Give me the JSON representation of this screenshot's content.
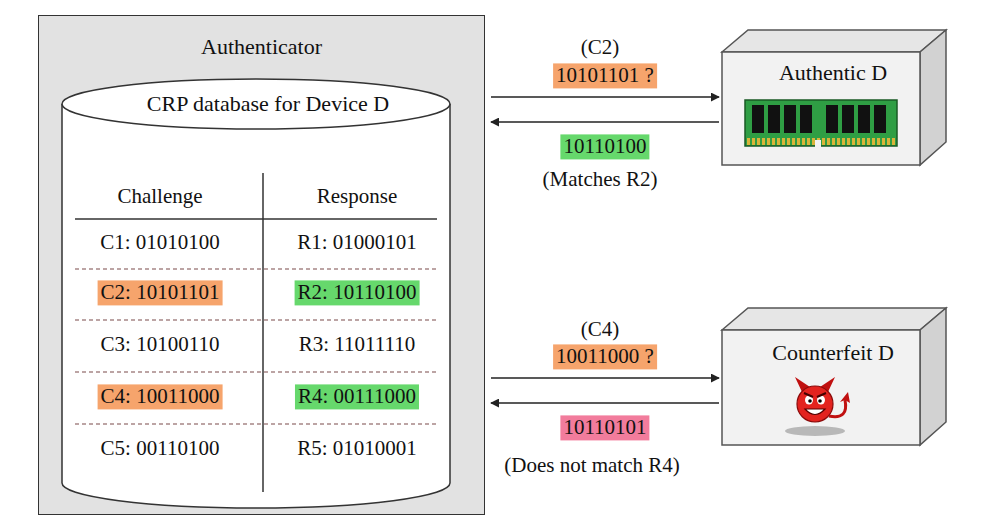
{
  "diagram": {
    "nodes": [
      {
        "text": [
          "Authenticator"
        ]
      },
      {
        "text": [
          "CRP database for Device D"
        ],
        "in": 0
      },
      {
        "text": [
          "Authentic D"
        ]
      },
      {
        "text": [
          "Counterfeit D"
        ]
      }
    ],
    "edges": [
      {
        "from": 0,
        "to": 2,
        "arrow": "to",
        "label": "10101101 ?"
      },
      {
        "from": 2,
        "to": 0,
        "arrow": "to",
        "label": "10110100"
      },
      {
        "from": 0,
        "to": 3,
        "arrow": "to",
        "label": "10011000 ?"
      },
      {
        "from": 3,
        "to": 0,
        "arrow": "to",
        "label": "10110101"
      }
    ],
    "labels": [
      "Challenge",
      "Response",
      "C1: 01010100",
      "R1: 01000101",
      "C2: 10101101",
      "R2: 10110100",
      "C3: 10100110",
      "R3: 11011110",
      "C4: 10011000",
      "R4: 00111000",
      "C5: 00110100",
      "R5: 01010001",
      "(C2)",
      "(Matches R2)",
      "(C4)",
      "(Does not match R4)"
    ]
  }
}
